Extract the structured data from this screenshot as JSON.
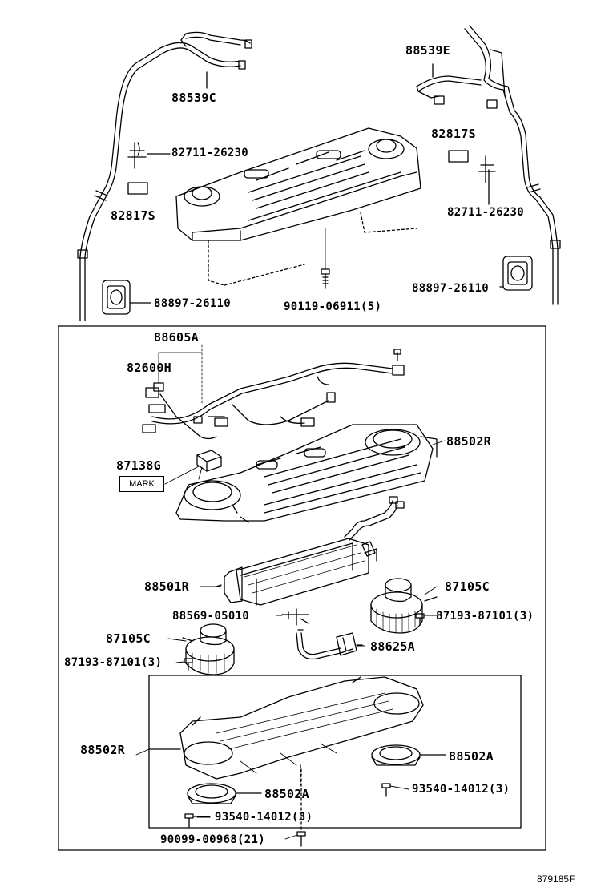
{
  "labels": {
    "hose_c": "88539C",
    "hose_e": "88539E",
    "clamp_left": "82711-26230",
    "clamp_right": "82711-26230",
    "pad_left": "82817S",
    "pad_right": "82817S",
    "grommet_left": "88897-26110",
    "grommet_right": "88897-26110",
    "bolt_top": "90119-06911(5)",
    "harness": "88605A",
    "connector": "82600H",
    "resistor": "87138G",
    "mark": "MARK",
    "case_upper": "88502R",
    "evaporator": "88501R",
    "motor_right": "87105C",
    "screw_right": "87193-87101(3)",
    "sensor": "88569-05010",
    "valve": "88625A",
    "motor_left": "87105C",
    "screw_left": "87193-87101(3)",
    "case_lower": "88502R",
    "cover_right": "88502A",
    "screw_cover_right": "93540-14012(3)",
    "cover_left": "88502A",
    "screw_cover_left": "93540-14012(3)",
    "clip_bottom": "90099-00968(21)"
  },
  "figure_id": "879185F",
  "colors": {
    "line": "#000000",
    "background": "#ffffff",
    "fill_light": "#e6e6e6"
  }
}
